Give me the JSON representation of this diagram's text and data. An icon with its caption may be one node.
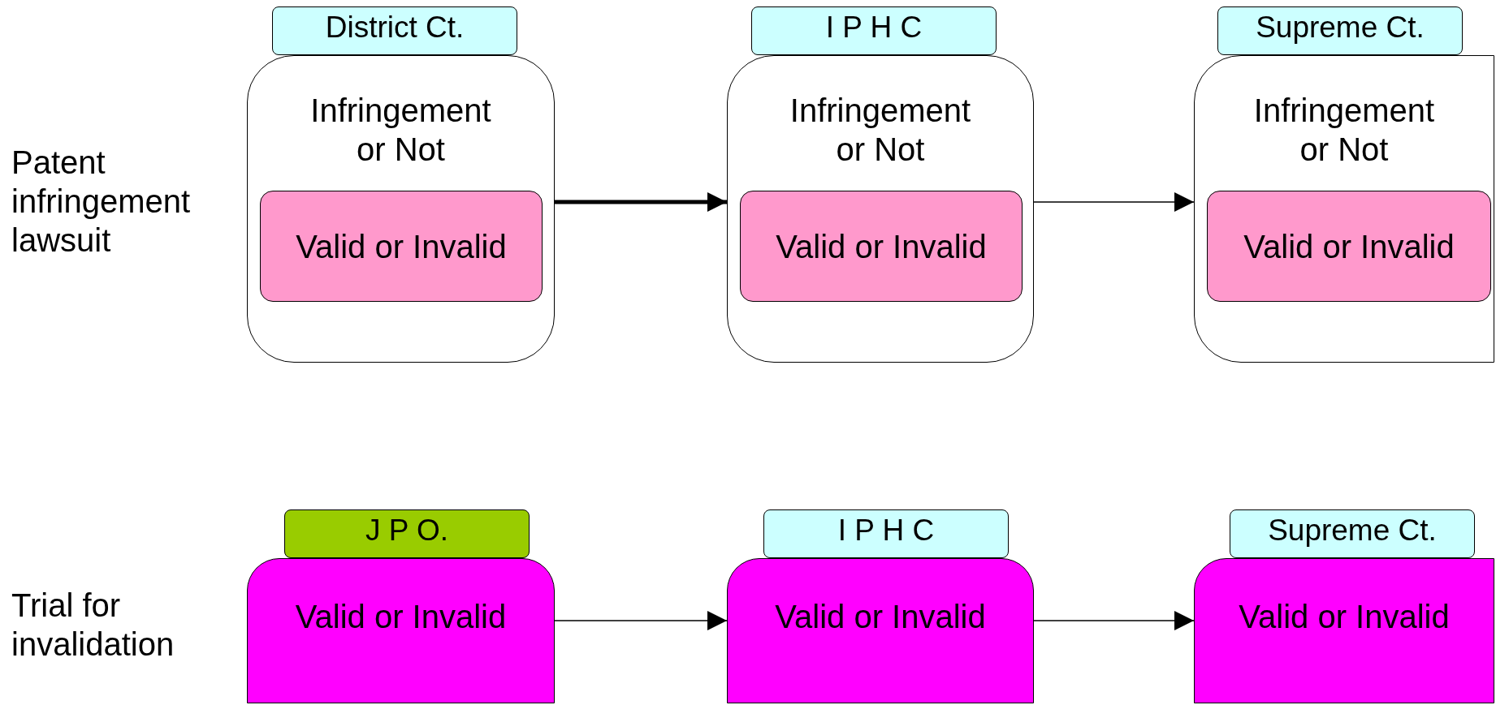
{
  "diagram": {
    "nodes": [
      {
        "text": [
          "District Ct."
        ]
      },
      {
        "text": [
          "Infringement or Not"
        ]
      },
      {
        "text": [
          "Valid or Invalid"
        ],
        "in": 1
      },
      {
        "text": [
          "I P H C"
        ]
      },
      {
        "text": [
          "Infringement or Not"
        ]
      },
      {
        "text": [
          "Valid or Invalid"
        ],
        "in": 4
      },
      {
        "text": [
          "Supreme Ct."
        ]
      },
      {
        "text": [
          "Infringement or Not"
        ]
      },
      {
        "text": [
          "Valid or Invalid"
        ],
        "in": 7
      },
      {
        "text": [
          "J P O."
        ]
      },
      {
        "text": [
          "Valid or Invalid"
        ]
      },
      {
        "text": [
          "I P H C"
        ]
      },
      {
        "text": [
          "Valid or Invalid"
        ]
      },
      {
        "text": [
          "Supreme Ct."
        ]
      },
      {
        "text": [
          "Valid or Invalid"
        ]
      }
    ],
    "edges": [
      {
        "from": 1,
        "to": 4,
        "arrow": "to",
        "style": "thick"
      },
      {
        "from": 4,
        "to": 7,
        "arrow": "to"
      },
      {
        "from": 10,
        "to": 12,
        "arrow": "to"
      },
      {
        "from": 12,
        "to": 14,
        "arrow": "to"
      }
    ],
    "labels": [
      "Patent infringement lawsuit",
      "Trial for invalidation"
    ]
  }
}
